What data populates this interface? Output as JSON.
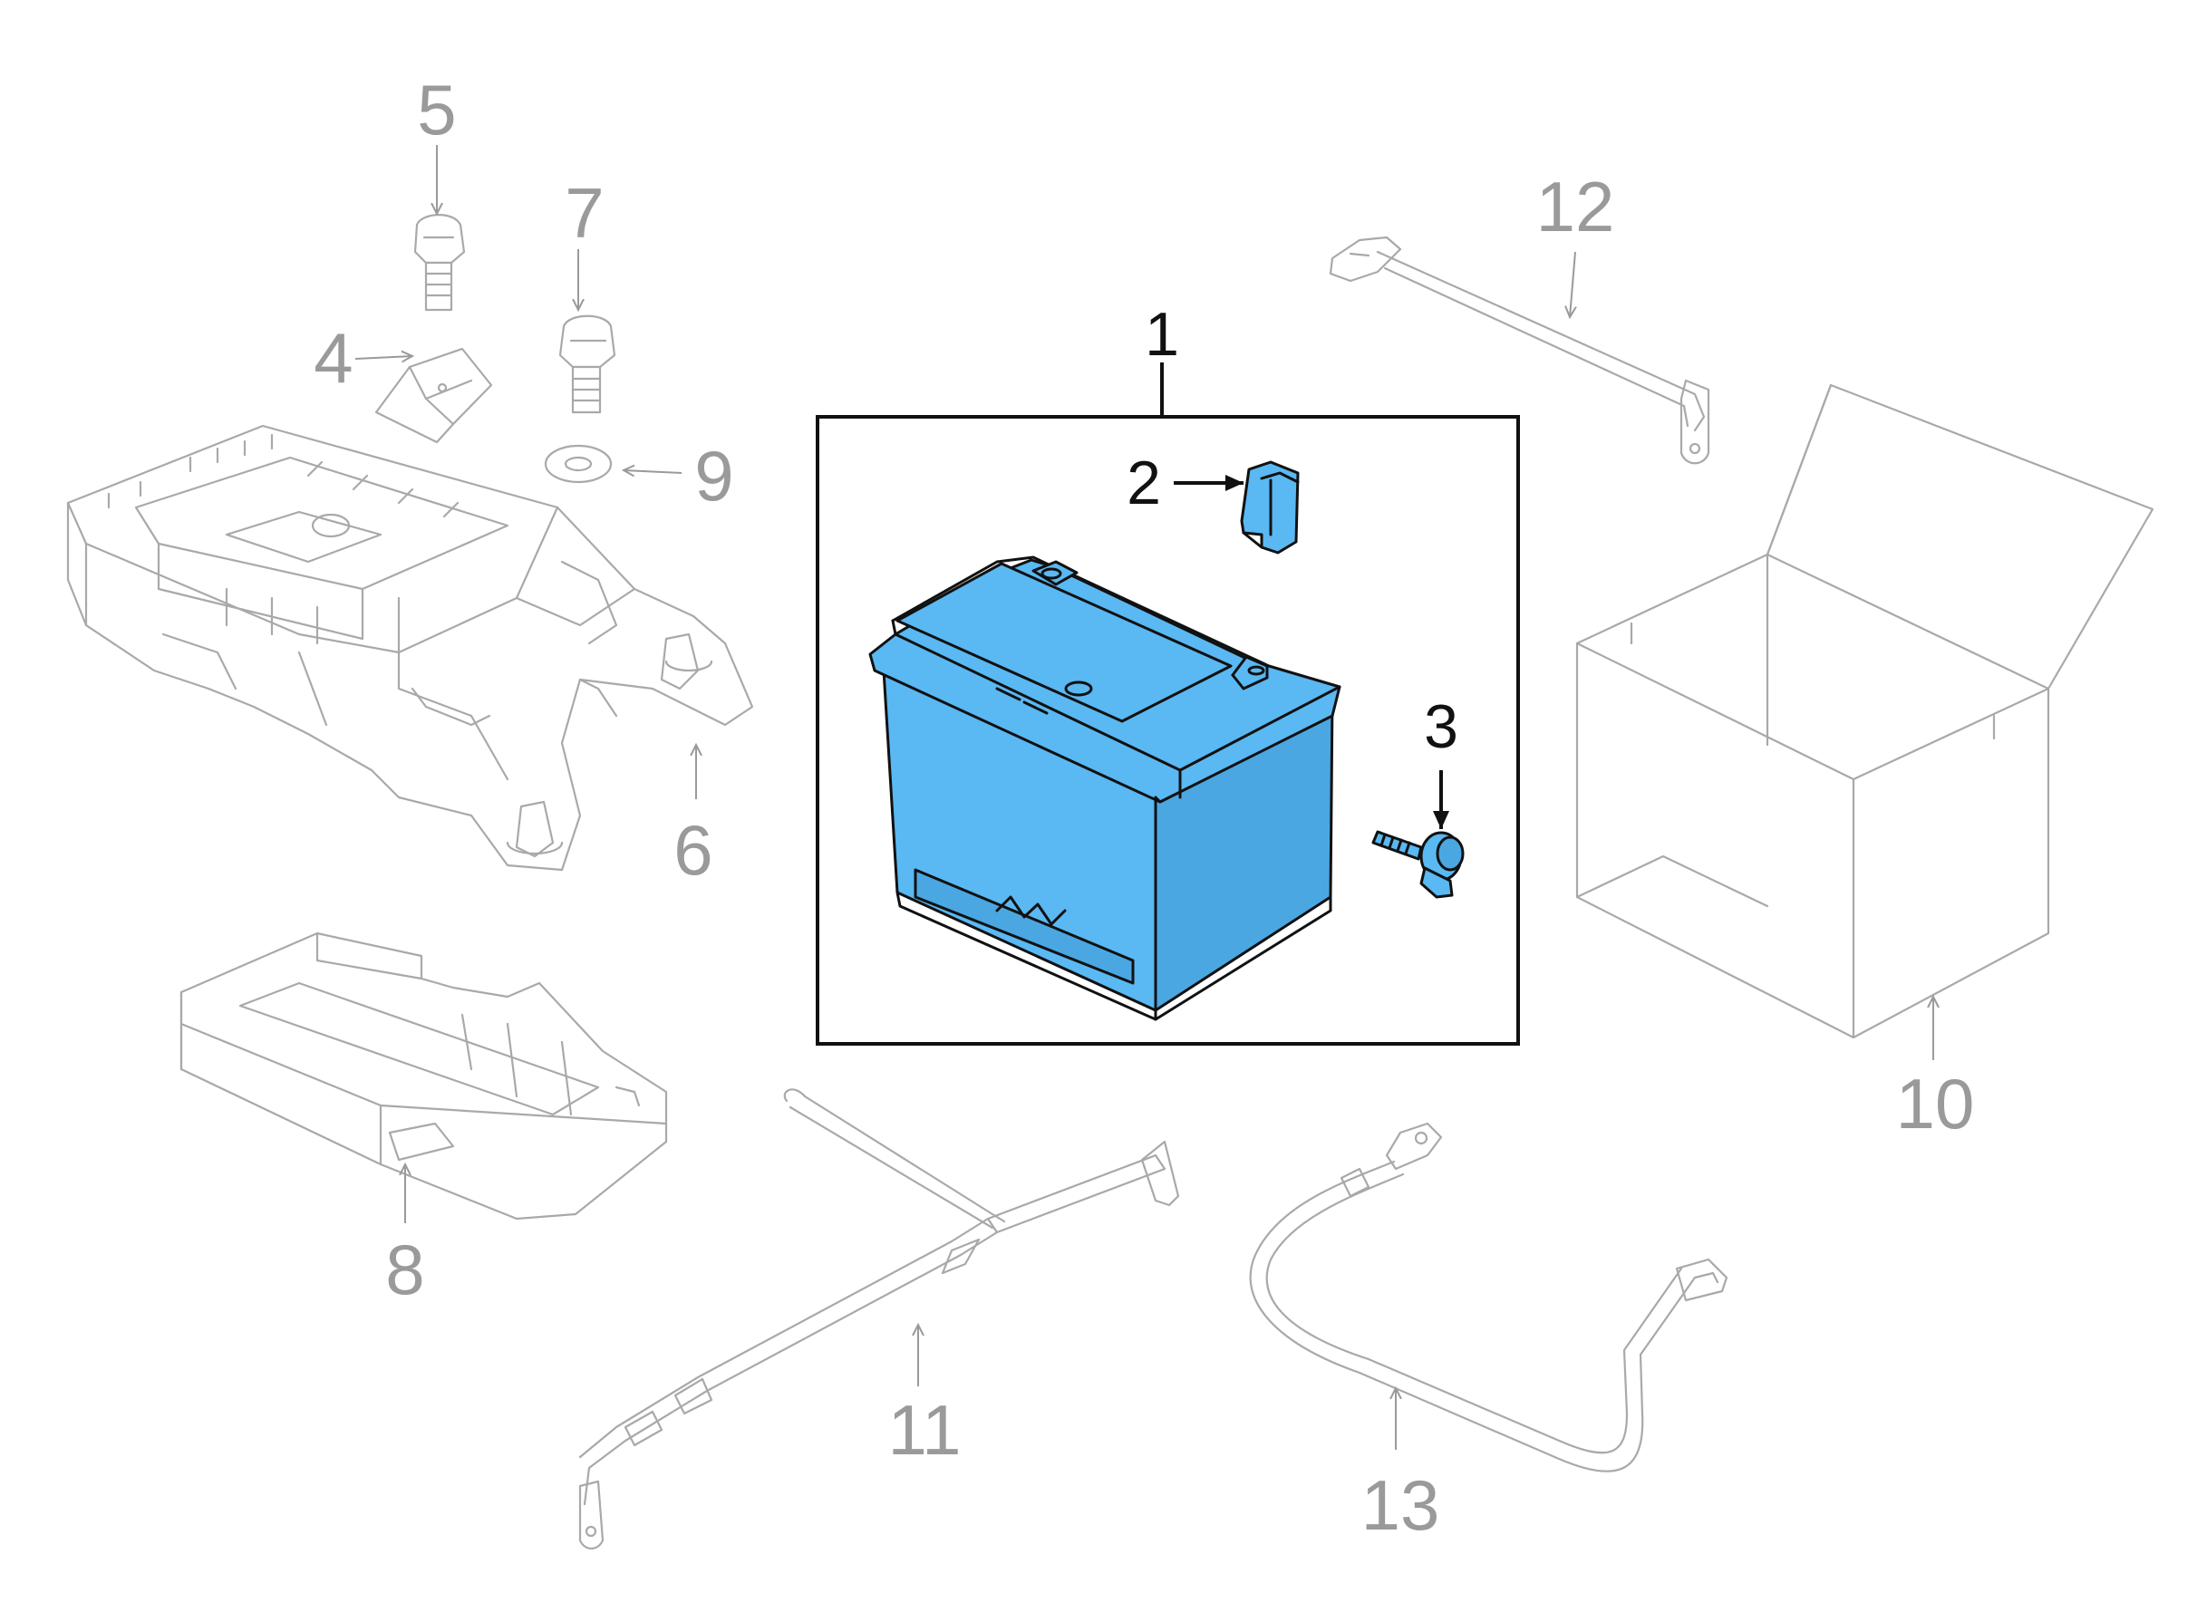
{
  "callouts": {
    "c1": "1",
    "c2": "2",
    "c3": "3",
    "c4": "4",
    "c5": "5",
    "c6": "6",
    "c7": "7",
    "c8": "8",
    "c9": "9",
    "c10": "10",
    "c11": "11",
    "c12": "12",
    "c13": "13"
  },
  "colors": {
    "highlight": "#5ab8f2",
    "ghost_line": "#a9a9a9",
    "ink": "#111111"
  }
}
